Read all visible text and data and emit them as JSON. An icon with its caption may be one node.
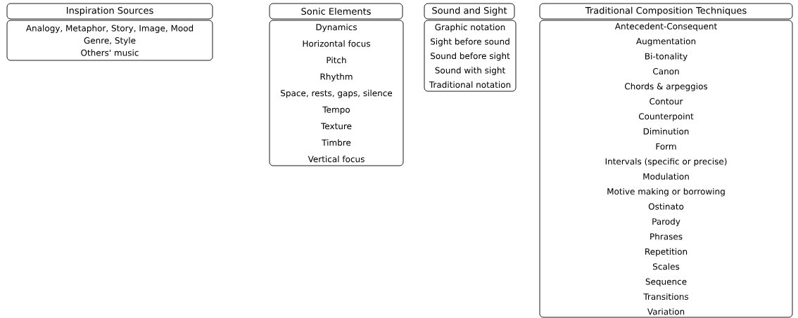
{
  "diagram": {
    "nodes": [
      {
        "text": [
          "Inspiration Sources"
        ]
      },
      {
        "text": [
          "Sonic Elements"
        ]
      },
      {
        "text": [
          "Sound and Sight"
        ]
      },
      {
        "text": [
          "Traditional Composition Techniques"
        ]
      },
      {
        "text": [
          "Analogy, Metaphor, Story, Image, Mood",
          "Genre, Style",
          "Others' music"
        ]
      },
      {
        "text": [
          "Dynamics",
          "Horizontal focus",
          "Pitch",
          "Rhythm",
          "Space, rests, gaps, silence",
          "Tempo",
          "Texture",
          "Timbre",
          "Vertical focus"
        ]
      },
      {
        "text": [
          "Graphic notation",
          "Sight before sound",
          "Sound before sight",
          "Sound with sight",
          "Traditional notation"
        ]
      },
      {
        "text": [
          "Antecedent-Consequent",
          "Augmentation",
          "Bi-tonality",
          "Canon",
          "Chords & arpeggios",
          "Contour",
          "Counterpoint",
          "Diminution",
          "Form",
          "Intervals (specific or precise)",
          "Modulation",
          "Motive making or borrowing",
          "Ostinato",
          "Parody",
          "Phrases",
          "Repetition",
          "Scales",
          "Sequence",
          "Transitions",
          "Variation"
        ]
      }
    ]
  }
}
